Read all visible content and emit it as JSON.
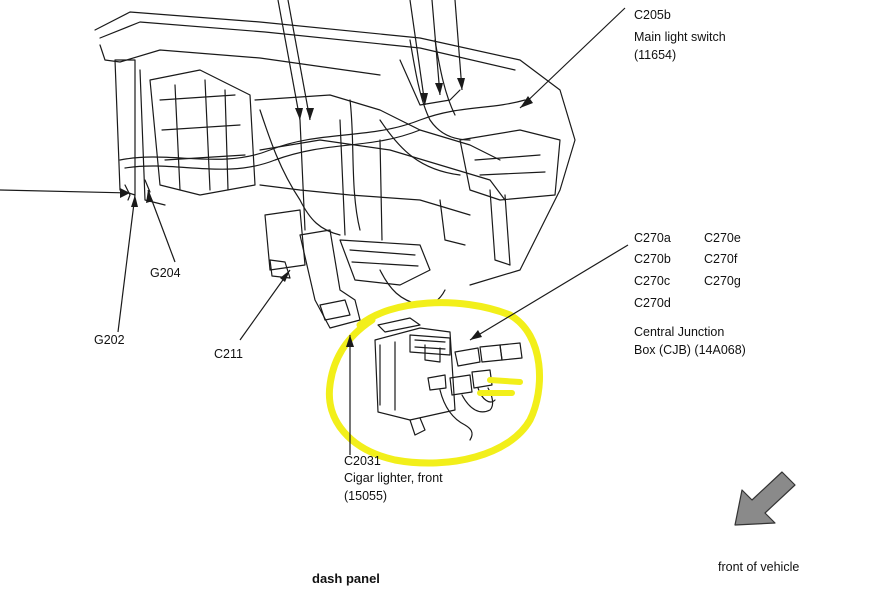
{
  "labels": {
    "c205b": "C205b",
    "main_light_switch": "Main light switch",
    "main_light_switch_num": "(11654)",
    "c270a": "C270a",
    "c270b": "C270b",
    "c270c": "C270c",
    "c270d": "C270d",
    "c270e": "C270e",
    "c270f": "C270f",
    "c270g": "C270g",
    "cjb_line1": "Central Junction",
    "cjb_line2": "Box (CJB) (14A068)",
    "g204": "G204",
    "g202": "G202",
    "c211": "C211",
    "c2031": "C2031",
    "cigar_lighter": "Cigar lighter, front",
    "cigar_lighter_num": "(15055)",
    "front_of_vehicle": "front of vehicle",
    "dash_panel": "dash panel"
  },
  "colors": {
    "highlight": "#f2ef1a",
    "line": "#1a1a1a",
    "arrow_fill": "#8a8a8a"
  }
}
